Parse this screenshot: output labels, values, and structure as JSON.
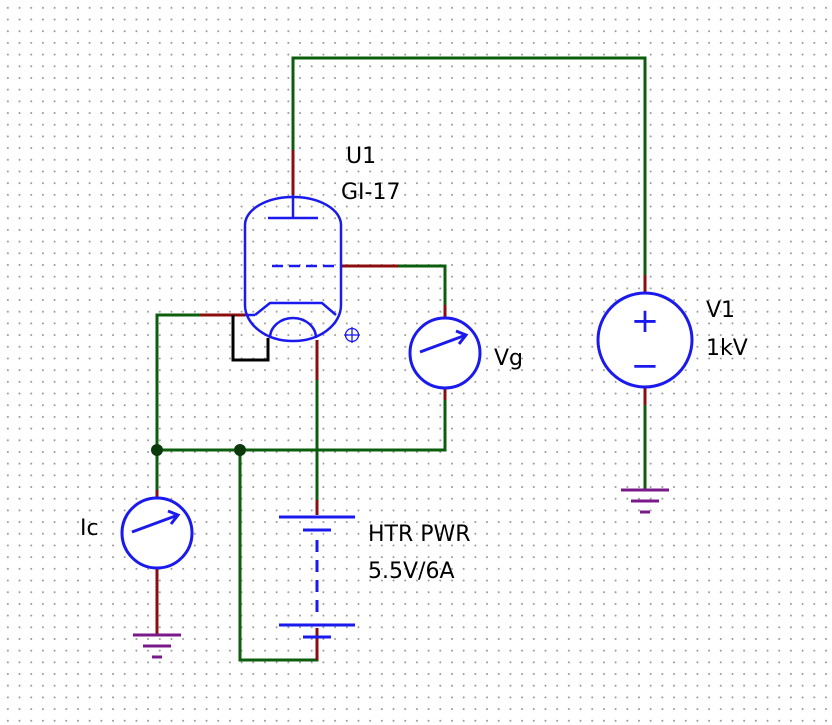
{
  "tube": {
    "designator": "U1",
    "model": "GI-17"
  },
  "supply": {
    "designator": "V1",
    "value": "1kV",
    "plus_symbol": "+",
    "minus_symbol": "−"
  },
  "grid_meter": {
    "label": "Vg"
  },
  "cathode_meter": {
    "label": "Ic"
  },
  "heater_supply": {
    "line1": "HTR PWR",
    "line2": "5.5V/6A"
  },
  "colors": {
    "wire": "#0c5e0c",
    "pin": "#8b0d0d",
    "component": "#1a1aee",
    "ground": "#7a1a8a",
    "junction": "#0a3a0a",
    "jumper": "#000000",
    "background": "#ffffff",
    "grid_dot": "#9a9a9a"
  },
  "icons": {
    "meter": "ammeter-voltmeter-circle-arrow",
    "ground": "ground-symbol",
    "origin": "crosshair-circle-icon",
    "battery": "battery-cells-symbol",
    "voltage_source": "dc-voltage-source-symbol"
  }
}
